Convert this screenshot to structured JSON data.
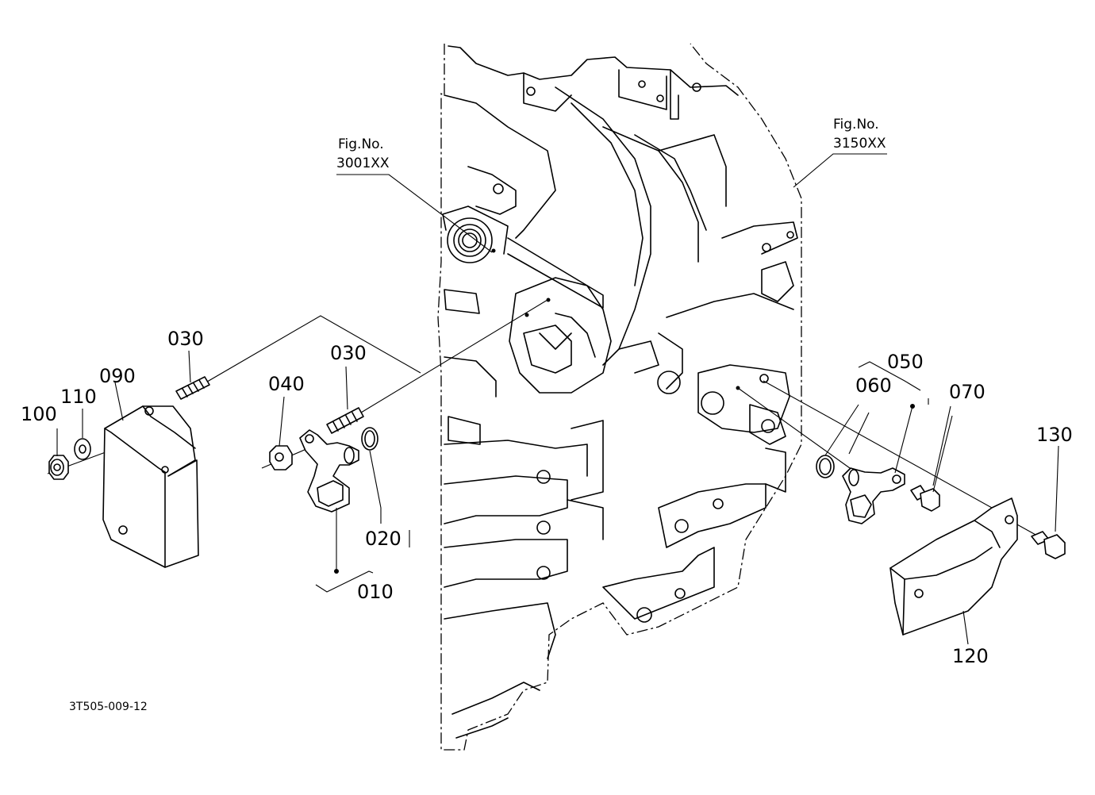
{
  "figure_code": "3T505-009-12",
  "references": [
    {
      "line1": "Fig.No.",
      "line2": "3001XX"
    },
    {
      "line1": "Fig.No.",
      "line2": "3150XX"
    }
  ],
  "parts": {
    "p010": "010",
    "p020": "020",
    "p030a": "030",
    "p030b": "030",
    "p040": "040",
    "p050": "050",
    "p060": "060",
    "p070": "070",
    "p090": "090",
    "p100": "100",
    "p110": "110",
    "p120": "120",
    "p130": "130"
  }
}
